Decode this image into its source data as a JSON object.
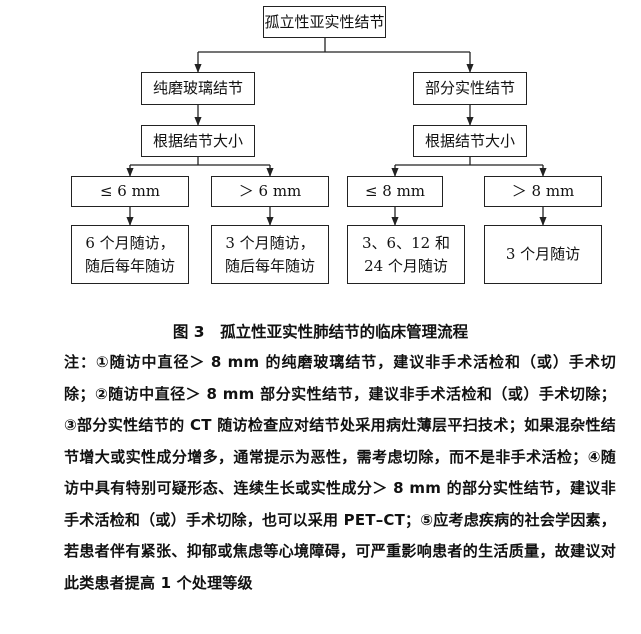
{
  "diagram": {
    "root": "孤立性亚实性结节",
    "branch_left": "纯磨玻璃结节",
    "branch_right": "部分实性结节",
    "size_left": "根据结节大小",
    "size_right": "根据结节大小",
    "crit_1": "≤ 6 mm",
    "crit_2": "＞ 6 mm",
    "crit_3": "≤ 8 mm",
    "crit_4": "＞ 8 mm",
    "outcome_1_line1": "6 个月随访，",
    "outcome_1_line2": "随后每年随访",
    "outcome_2_line1": "3 个月随访，",
    "outcome_2_line2": "随后每年随访",
    "outcome_3_line1": "3、6、12 和",
    "outcome_3_line2": "24 个月随访",
    "outcome_4": "3 个月随访"
  },
  "caption": "图 3　孤立性亚实性肺结节的临床管理流程",
  "note": "注：①随访中直径＞ 8 mm 的纯磨玻璃结节，建议非手术活检和（或）手术切除；②随访中直径＞ 8 mm 部分实性结节，建议非手术活检和（或）手术切除；③部分实性结节的 CT 随访检查应对结节处采用病灶薄层平扫技术；如果混杂性结节增大或实性成分增多，通常提示为恶性，需考虑切除，而不是非手术活检；④随访中具有特别可疑形态、连续生长或实性成分＞ 8 mm 的部分实性结节，建议非手术活检和（或）手术切除，也可以采用 PET–CT；⑤应考虑疾病的社会学因素，若患者伴有紧张、抑郁或焦虑等心境障碍，可严重影响患者的生活质量，故建议对此类患者提高 1 个处理等级",
  "colors": {
    "line": "#222222",
    "text": "#111111"
  }
}
